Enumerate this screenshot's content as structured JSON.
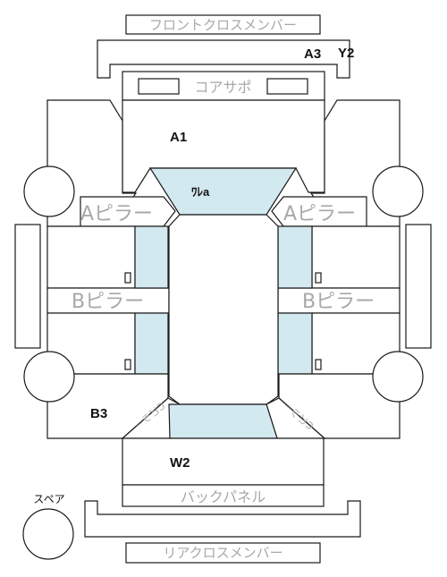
{
  "labels": {
    "front_cross_member": "フロントクロスメンバー",
    "core_support": "コアサポ",
    "a_pillar_left": "Aピラー",
    "a_pillar_right": "Aピラー",
    "b_pillar_left": "Bピラー",
    "b_pillar_right": "Bピラー",
    "c_pillar_left": "Cピラー",
    "c_pillar_right": "Cピラー",
    "back_panel": "バックパネル",
    "rear_cross_member": "リアクロスメンバー",
    "spare": "スペア",
    "windshield": "ﾜﾚa"
  },
  "codes": {
    "a3": "A3",
    "y2": "Y2",
    "a1": "A1",
    "b3": "B3",
    "w2": "W2"
  },
  "colors": {
    "line": "#1a1a1a",
    "glass": "#d3e9f0",
    "label_gray": "#a8a8a8"
  }
}
